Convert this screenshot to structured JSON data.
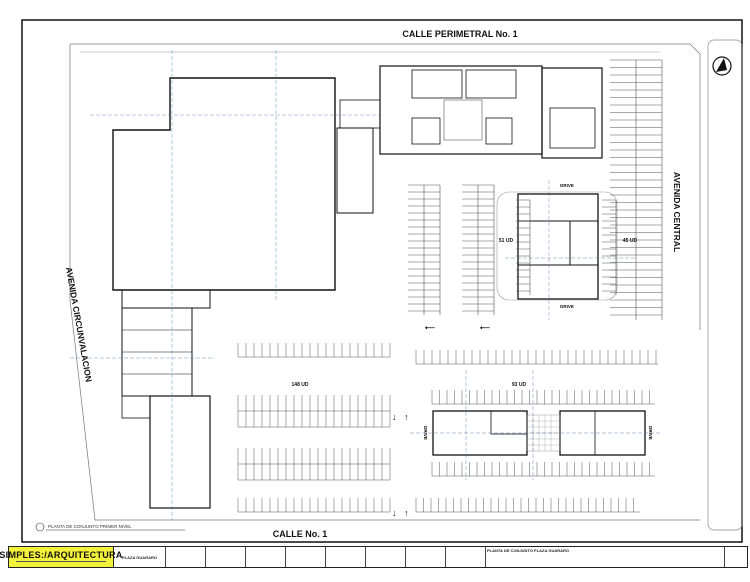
{
  "streets": {
    "top": "CALLE PERIMETRAL No. 1",
    "right": "AVENIDA CENTRAL",
    "left": "AVENIDA CIRCUNVALACION",
    "bottom": "CALLE No. 1"
  },
  "parking_counts": {
    "north_left": "51 UD",
    "north_right": "45 UD",
    "south_left": "148 UD",
    "south_right": "93 UD"
  },
  "drive_labels": {
    "top": "DRIVE",
    "bottom": "DRIVE",
    "left": "DRIVE",
    "right": "DRIVE"
  },
  "drawing_caption": "PLANTA DE CONJUNTO PRIMER NIVEL",
  "title_block": {
    "logo_text": "SIMPLES:/ARQUITECTURA",
    "project": "PLAZA GUARARO",
    "sheet_title": "PLANTA DE CONJUNTO PLAZA GUARARO"
  },
  "colors": {
    "logo_bg": "#f2f23a",
    "line": "#222222",
    "grid": "#4a6fa5"
  }
}
